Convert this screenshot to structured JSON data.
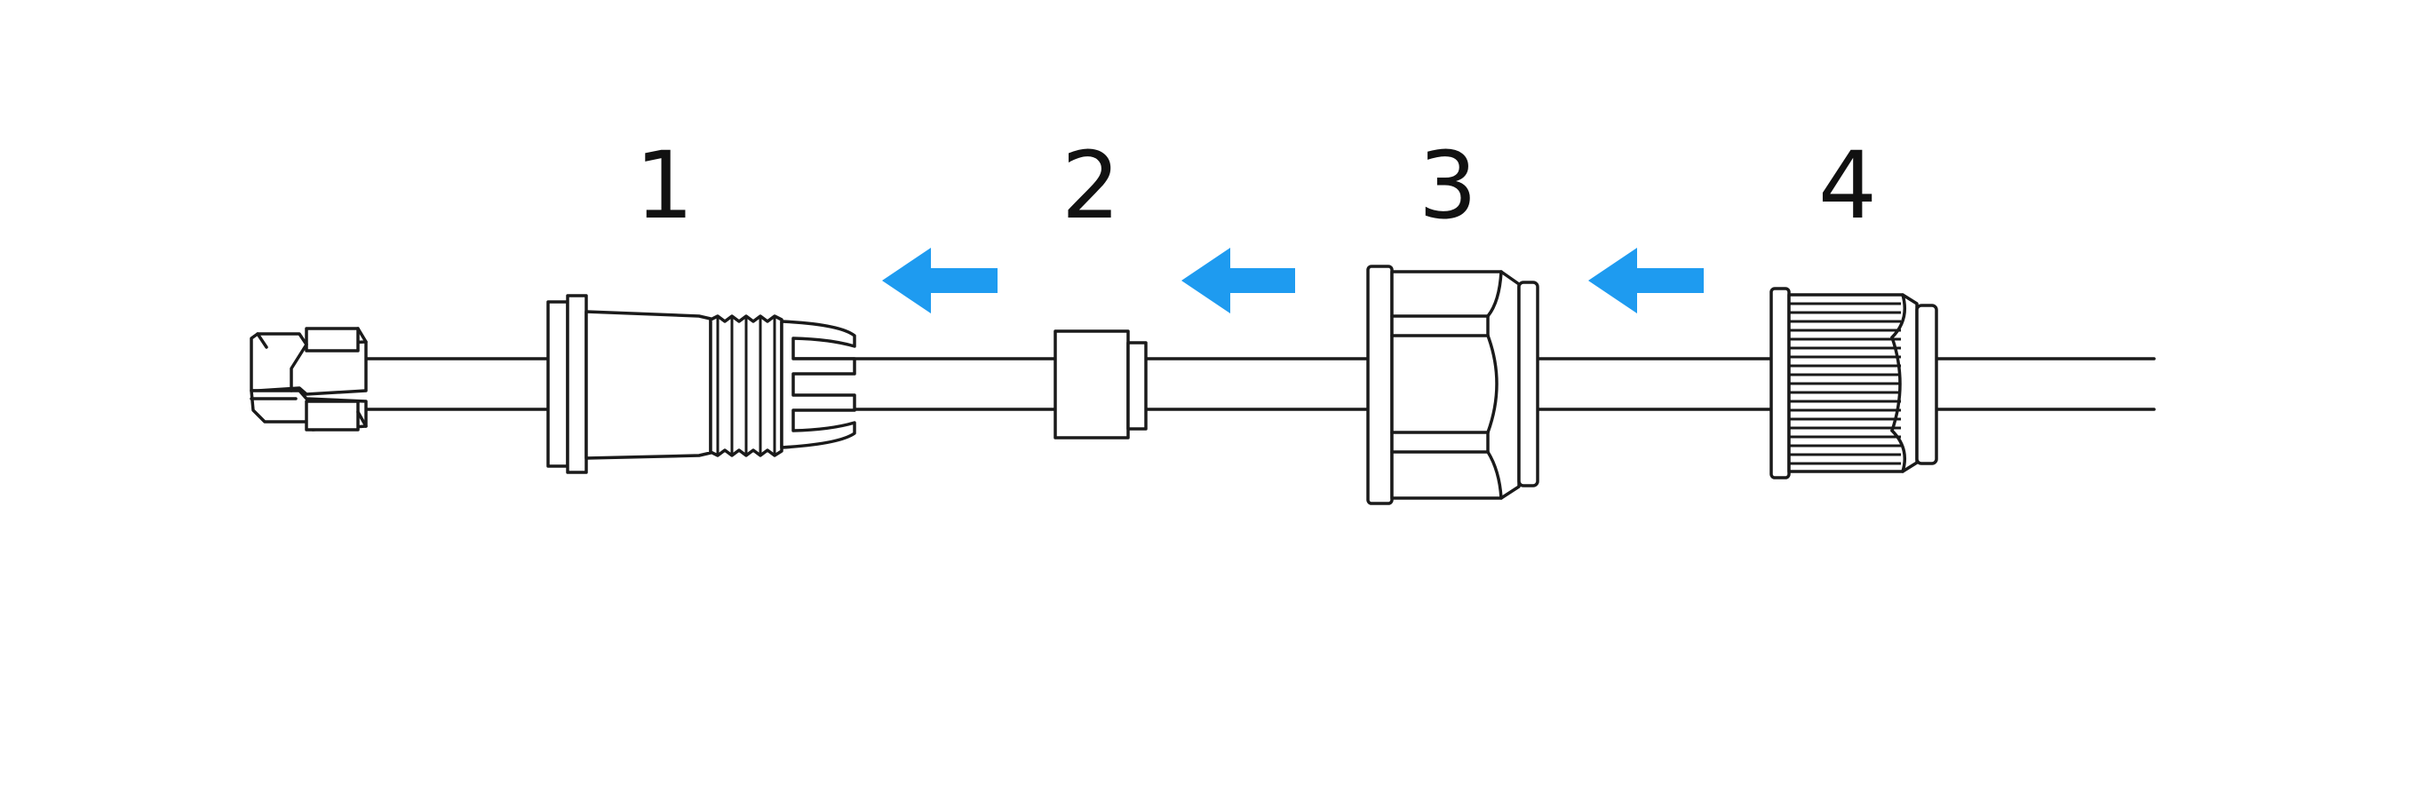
{
  "steps": [
    {
      "number": "1",
      "part": "rj45-plug-housing"
    },
    {
      "number": "2",
      "part": "seal-ring"
    },
    {
      "number": "3",
      "part": "hex-nut-body"
    },
    {
      "number": "4",
      "part": "knurled-end-cap"
    }
  ],
  "arrows": {
    "direction": "left",
    "count": 3
  },
  "colors": {
    "arrow": "#1e9bf0",
    "line": "#1a1a1a",
    "background": "#ffffff"
  }
}
